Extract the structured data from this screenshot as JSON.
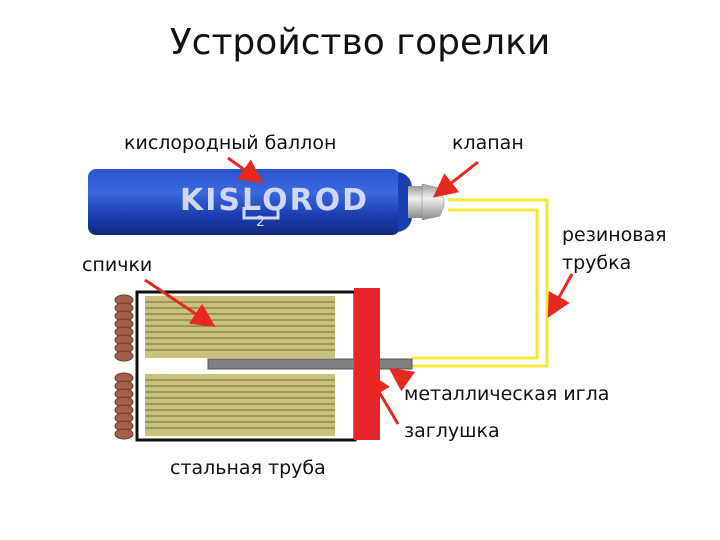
{
  "title": "Устройство горелки",
  "labels": {
    "oxygen_cylinder": "кислородный баллон",
    "valve": "клапан",
    "rubber_tube_line1": "резиновая",
    "rubber_tube_line2": "трубка",
    "matches": "спички",
    "metal_needle": "металлическая игла",
    "plug": "заглушка",
    "steel_pipe": "стальная труба"
  },
  "cylinder": {
    "brand": "KISLOROD",
    "subscript": "2",
    "color": "#1a3fae"
  },
  "colors": {
    "arrow": "#e8281e",
    "tube": "#f2ea3a",
    "plug": "#e5242b",
    "matches_fill": "#c8c27a",
    "match_heads": "#a0604a",
    "needle": "#808080"
  }
}
